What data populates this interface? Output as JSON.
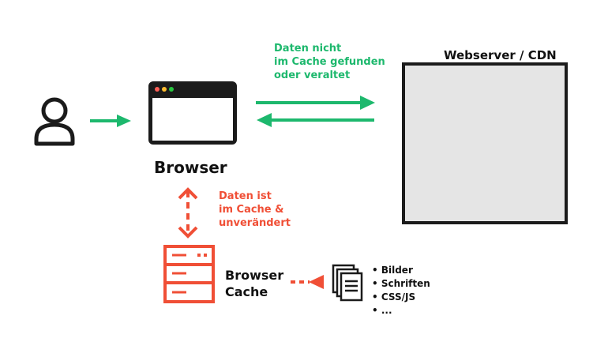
{
  "user": {
    "icon": "user-icon"
  },
  "browser": {
    "label": "Browser",
    "icon": "browser-window-icon"
  },
  "server": {
    "label": "Webserver / CDN"
  },
  "cache_miss_note": {
    "lines": [
      "Daten nicht",
      "im Cache gefunden",
      "oder veraltet"
    ]
  },
  "cache_hit_note": {
    "lines": [
      "Daten ist",
      "im Cache &",
      "unverändert"
    ]
  },
  "browser_cache": {
    "lines": [
      "Browser",
      "Cache"
    ],
    "icon": "server-rack-icon"
  },
  "assets": {
    "icon": "documents-icon",
    "items": [
      "• Bilder",
      "• Schriften",
      "• CSS/JS",
      "• ..."
    ]
  },
  "colors": {
    "green": "#1db86d",
    "red": "#f04f36",
    "dark": "#1b1b1b",
    "server_fill": "#e5e5e5",
    "dot_red": "#ff5f57",
    "dot_yellow": "#febc2e",
    "dot_green": "#28c840"
  }
}
